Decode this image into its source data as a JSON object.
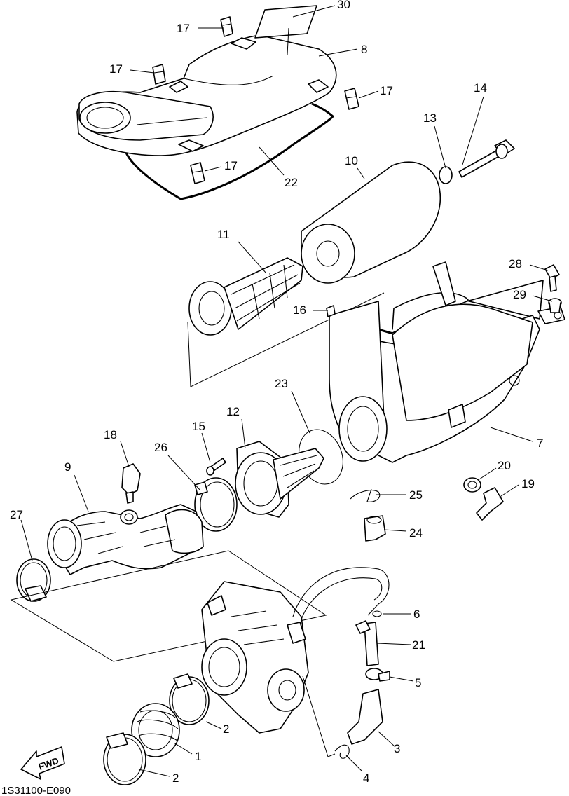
{
  "diagram_code": "1S31100-E090",
  "fwd_label": "FWD",
  "callouts": [
    {
      "id": "c30",
      "label": "30"
    },
    {
      "id": "c17a",
      "label": "17"
    },
    {
      "id": "c8",
      "label": "8"
    },
    {
      "id": "c17b",
      "label": "17"
    },
    {
      "id": "c17c",
      "label": "17"
    },
    {
      "id": "c14",
      "label": "14"
    },
    {
      "id": "c13",
      "label": "13"
    },
    {
      "id": "c17d",
      "label": "17"
    },
    {
      "id": "c22",
      "label": "22"
    },
    {
      "id": "c10",
      "label": "10"
    },
    {
      "id": "c11",
      "label": "11"
    },
    {
      "id": "c28",
      "label": "28"
    },
    {
      "id": "c29",
      "label": "29"
    },
    {
      "id": "c16",
      "label": "16"
    },
    {
      "id": "c23",
      "label": "23"
    },
    {
      "id": "c12",
      "label": "12"
    },
    {
      "id": "c15",
      "label": "15"
    },
    {
      "id": "c18",
      "label": "18"
    },
    {
      "id": "c26",
      "label": "26"
    },
    {
      "id": "c9",
      "label": "9"
    },
    {
      "id": "c7",
      "label": "7"
    },
    {
      "id": "c20",
      "label": "20"
    },
    {
      "id": "c19",
      "label": "19"
    },
    {
      "id": "c25",
      "label": "25"
    },
    {
      "id": "c27",
      "label": "27"
    },
    {
      "id": "c24",
      "label": "24"
    },
    {
      "id": "c6",
      "label": "6"
    },
    {
      "id": "c21",
      "label": "21"
    },
    {
      "id": "c5",
      "label": "5"
    },
    {
      "id": "c2a",
      "label": "2"
    },
    {
      "id": "c3",
      "label": "3"
    },
    {
      "id": "c1",
      "label": "1"
    },
    {
      "id": "c2b",
      "label": "2"
    },
    {
      "id": "c4",
      "label": "4"
    }
  ]
}
